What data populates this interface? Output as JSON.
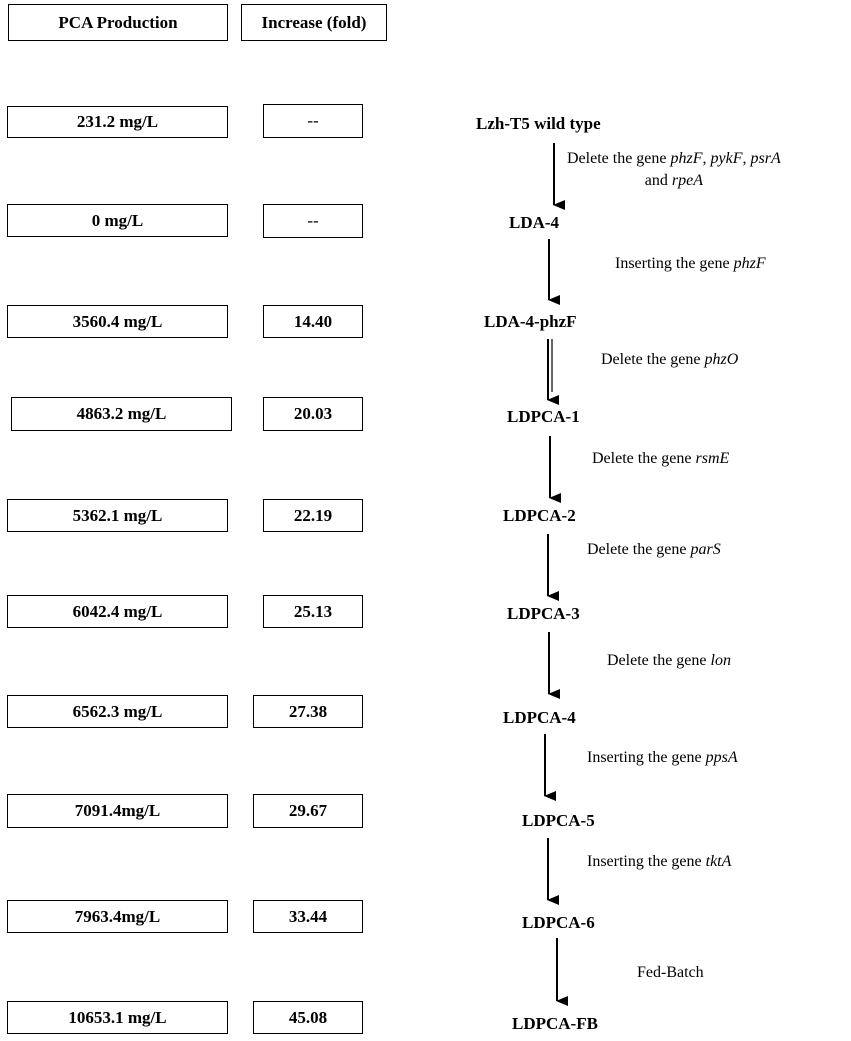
{
  "headers": {
    "production": "PCA Production",
    "increase": "Increase (fold)"
  },
  "rows": [
    {
      "production": "231.2 mg/L",
      "increase": "--",
      "strain": "Lzh-T5 wild type"
    },
    {
      "production": "0 mg/L",
      "increase": "--",
      "strain": "LDA-4"
    },
    {
      "production": "3560.4 mg/L",
      "increase": "14.40",
      "strain": "LDA-4-phzF"
    },
    {
      "production": "4863.2 mg/L",
      "increase": "20.03",
      "strain": "LDPCA-1"
    },
    {
      "production": "5362.1 mg/L",
      "increase": "22.19",
      "strain": "LDPCA-2"
    },
    {
      "production": "6042.4 mg/L",
      "increase": "25.13",
      "strain": "LDPCA-3"
    },
    {
      "production": "6562.3 mg/L",
      "increase": "27.38",
      "strain": "LDPCA-4"
    },
    {
      "production": "7091.4mg/L",
      "increase": "29.67",
      "strain": "LDPCA-5"
    },
    {
      "production": "7963.4mg/L",
      "increase": "33.44",
      "strain": "LDPCA-6"
    },
    {
      "production": "10653.1 mg/L",
      "increase": "45.08",
      "strain": "LDPCA-FB"
    }
  ],
  "steps": [
    {
      "line1_prefix": "Delete the gene ",
      "genes": "phzF",
      "sep1": ", ",
      "gene2": "pykF",
      "sep2": ", ",
      "gene3": "psrA",
      "line2_prefix": "and ",
      "gene4": "rpeA"
    },
    {
      "prefix": "Inserting the gene ",
      "gene": "phzF"
    },
    {
      "prefix": "Delete the gene ",
      "gene": "phzO"
    },
    {
      "prefix": "Delete the gene ",
      "gene": "rsmE"
    },
    {
      "prefix": "Delete the gene ",
      "gene": "parS"
    },
    {
      "prefix": "Delete the gene ",
      "gene": "lon"
    },
    {
      "prefix": "Inserting the gene ",
      "gene": "ppsA"
    },
    {
      "prefix": "Inserting the gene ",
      "gene": "tktA"
    },
    {
      "prefix": "Fed-Batch",
      "gene": ""
    }
  ]
}
